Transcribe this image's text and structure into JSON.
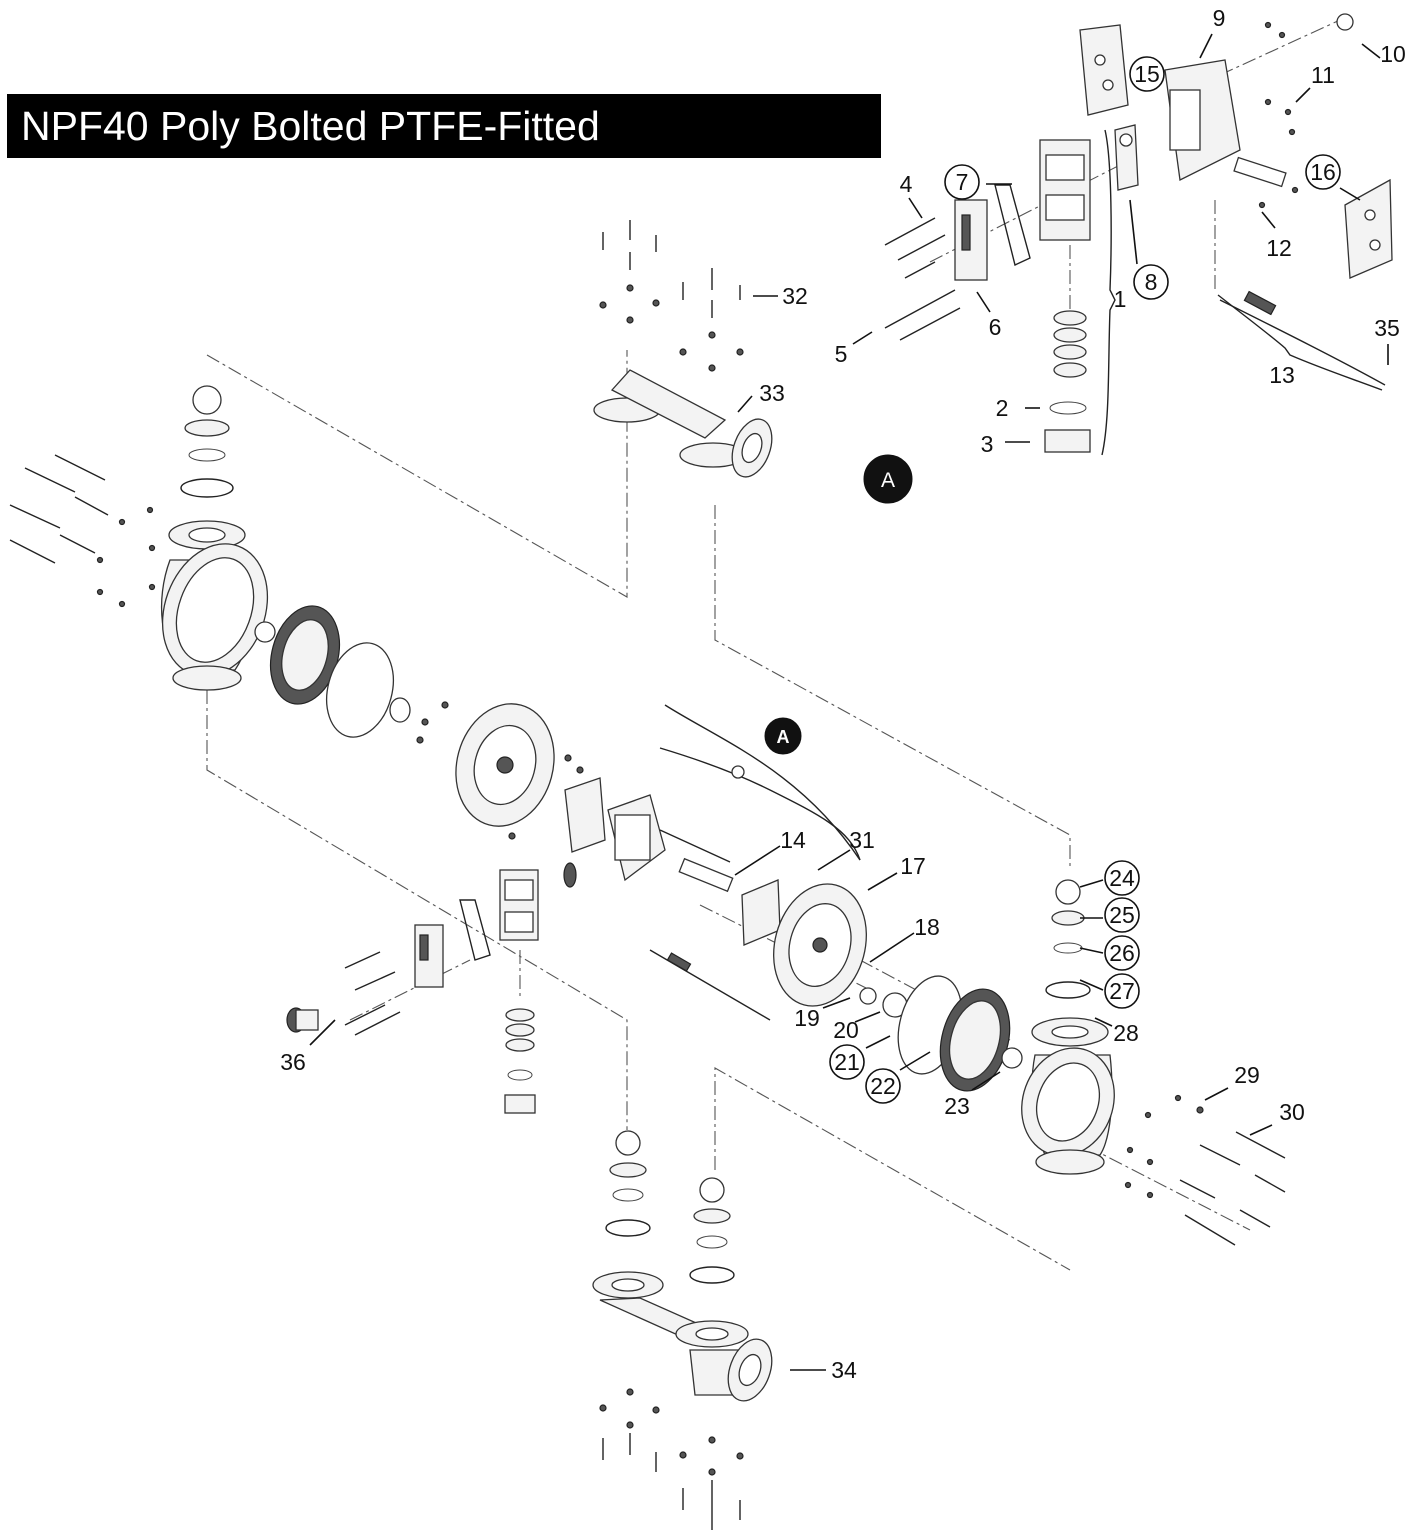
{
  "title": "NPF40 Poly Bolted PTFE-Fitted",
  "callout_tag": "A",
  "part_labels": [
    "1",
    "2",
    "3",
    "4",
    "5",
    "6",
    "7",
    "8",
    "9",
    "10",
    "11",
    "12",
    "13",
    "14",
    "15",
    "16",
    "17",
    "18",
    "19",
    "20",
    "21",
    "22",
    "23",
    "24",
    "25",
    "26",
    "27",
    "28",
    "29",
    "30",
    "31",
    "32",
    "33",
    "34",
    "35",
    "36"
  ],
  "circled_parts": [
    "7",
    "8",
    "15",
    "16",
    "21",
    "22",
    "24",
    "25",
    "26",
    "27"
  ]
}
